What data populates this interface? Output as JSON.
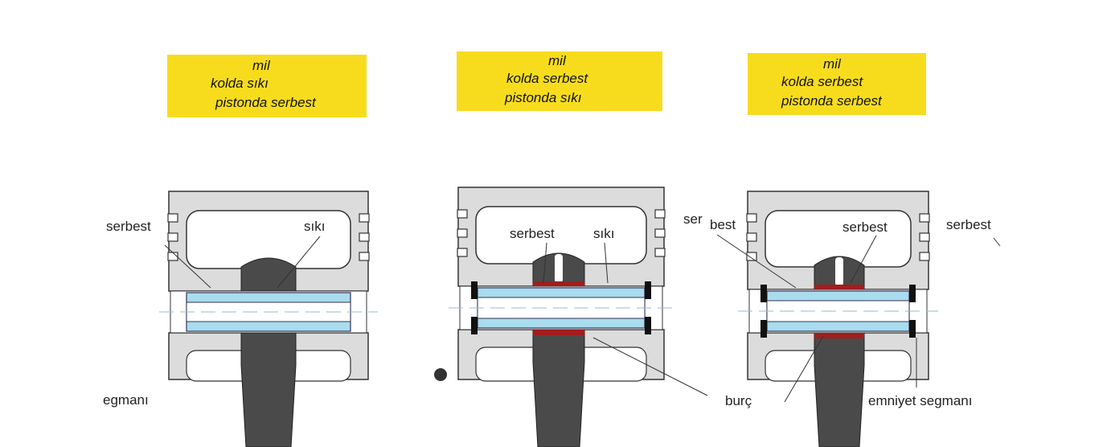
{
  "panels": [
    {
      "title_lines": [
        "mil",
        "kolda sıkı",
        "pistonda serbest"
      ],
      "labels": {
        "left": "serbest",
        "right": "sıkı",
        "bottom": "egmanı"
      }
    },
    {
      "title_lines": [
        "mil",
        "kolda serbest",
        "pistonda sıkı"
      ],
      "labels": {
        "left": "serbest",
        "right": "sıkı"
      }
    },
    {
      "title_lines": [
        "mil",
        "kolda serbest",
        "pistonda serbest"
      ],
      "labels": {
        "left_a": "ser",
        "left_b": "best",
        "center": "serbest",
        "right": "serbest",
        "burc": "burç",
        "ring": "emniyet segmanı"
      }
    }
  ],
  "colors": {
    "title_bg": "#f7dc1e",
    "piston": "#dcdcdc",
    "pin": "#a9dcee",
    "rod": "#4a4a4a",
    "bushing": "#a11d1d"
  }
}
